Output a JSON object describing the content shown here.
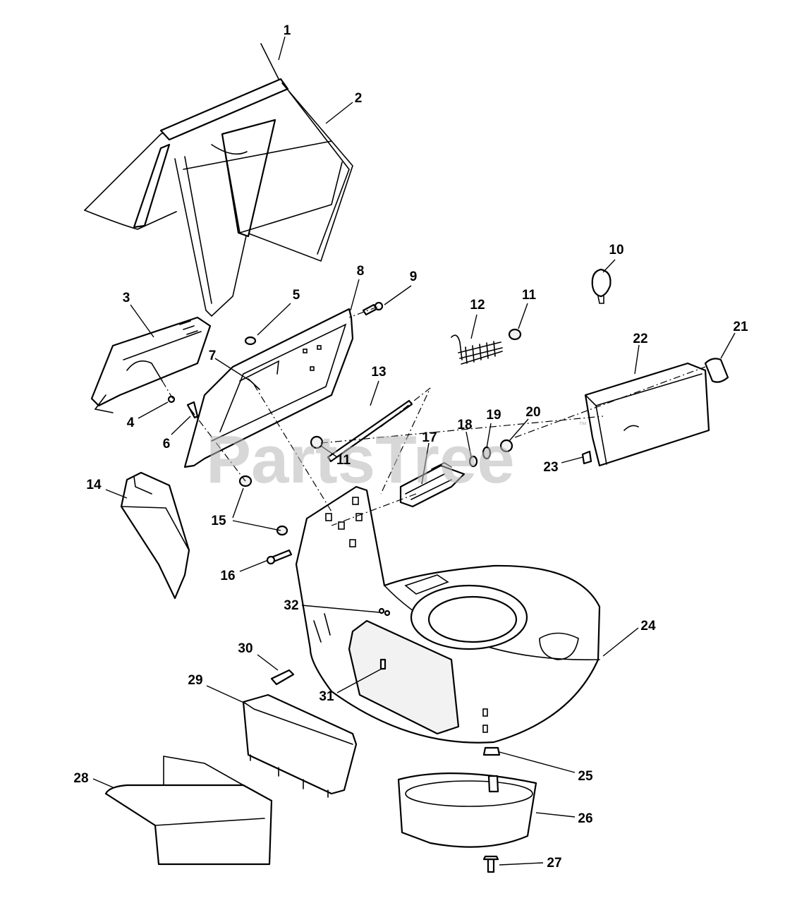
{
  "watermark": {
    "text": "PartsTree",
    "trademark": "™"
  },
  "callouts": [
    {
      "label": "1"
    },
    {
      "label": "2"
    },
    {
      "label": "3"
    },
    {
      "label": "4"
    },
    {
      "label": "5"
    },
    {
      "label": "6"
    },
    {
      "label": "7"
    },
    {
      "label": "8"
    },
    {
      "label": "9"
    },
    {
      "label": "10"
    },
    {
      "label": "11"
    },
    {
      "label": "11"
    },
    {
      "label": "12"
    },
    {
      "label": "13"
    },
    {
      "label": "14"
    },
    {
      "label": "15"
    },
    {
      "label": "16"
    },
    {
      "label": "17"
    },
    {
      "label": "18"
    },
    {
      "label": "19"
    },
    {
      "label": "20"
    },
    {
      "label": "21"
    },
    {
      "label": "22"
    },
    {
      "label": "23"
    },
    {
      "label": "24"
    },
    {
      "label": "25"
    },
    {
      "label": "26"
    },
    {
      "label": "27"
    },
    {
      "label": "28"
    },
    {
      "label": "29"
    },
    {
      "label": "30"
    },
    {
      "label": "31"
    },
    {
      "label": "32"
    }
  ]
}
